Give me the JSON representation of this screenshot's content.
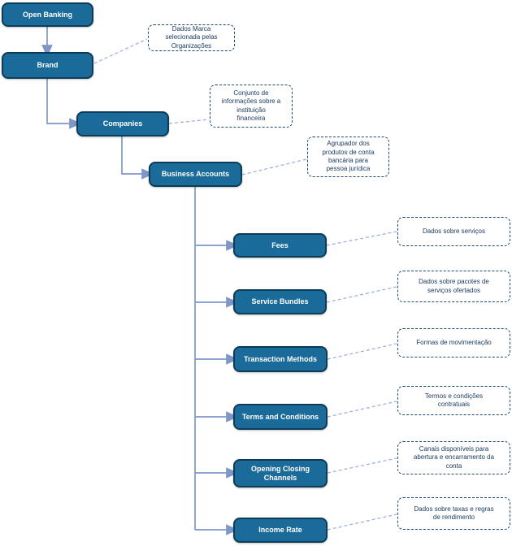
{
  "diagram": {
    "title": "Open Banking hierarchy",
    "colors": {
      "node_fill": "#1a6b99",
      "node_border": "#0d3c59",
      "node_text": "#ffffff",
      "connector": "#8096c9",
      "link_dashed": "#9fb1da",
      "note_border": "#1c4a73",
      "note_text": "#17375e"
    },
    "nodes": {
      "open_banking": {
        "label": "Open Banking"
      },
      "brand": {
        "label": "Brand"
      },
      "companies": {
        "label": "Companies"
      },
      "business_accounts": {
        "label": "Business Accounts"
      },
      "fees": {
        "label": "Fees"
      },
      "service_bundles": {
        "label": "Service Bundles"
      },
      "transaction_methods": {
        "label": "Transaction Methods"
      },
      "terms_and_conditions": {
        "label": "Terms and Conditions"
      },
      "opening_closing_channels": {
        "label": "Opening Closing Channels"
      },
      "income_rate": {
        "label": "Income Rate"
      }
    },
    "notes": {
      "brand": "Dados Marca\nselecionada pelas\nOrganizações",
      "companies": "Conjunto de\ninformações sobre a\ninstituição\nfinanceira",
      "business_accounts": "Agrupador dos\nprodutos de conta\nbancária para\npessoa jurídica",
      "fees": "Dados sobre serviços",
      "service_bundles": "Dados sobre pacotes de\nserviços ofertados",
      "transaction_methods": "Formas de movimentação",
      "terms_and_conditions": "Termos e condições\ncontratuais",
      "opening_closing_channels": "Canais disponíveis para\nabertura e encarramento da\nconta",
      "income_rate": "Dados sobre taxas e regras\nde rendimento"
    }
  }
}
